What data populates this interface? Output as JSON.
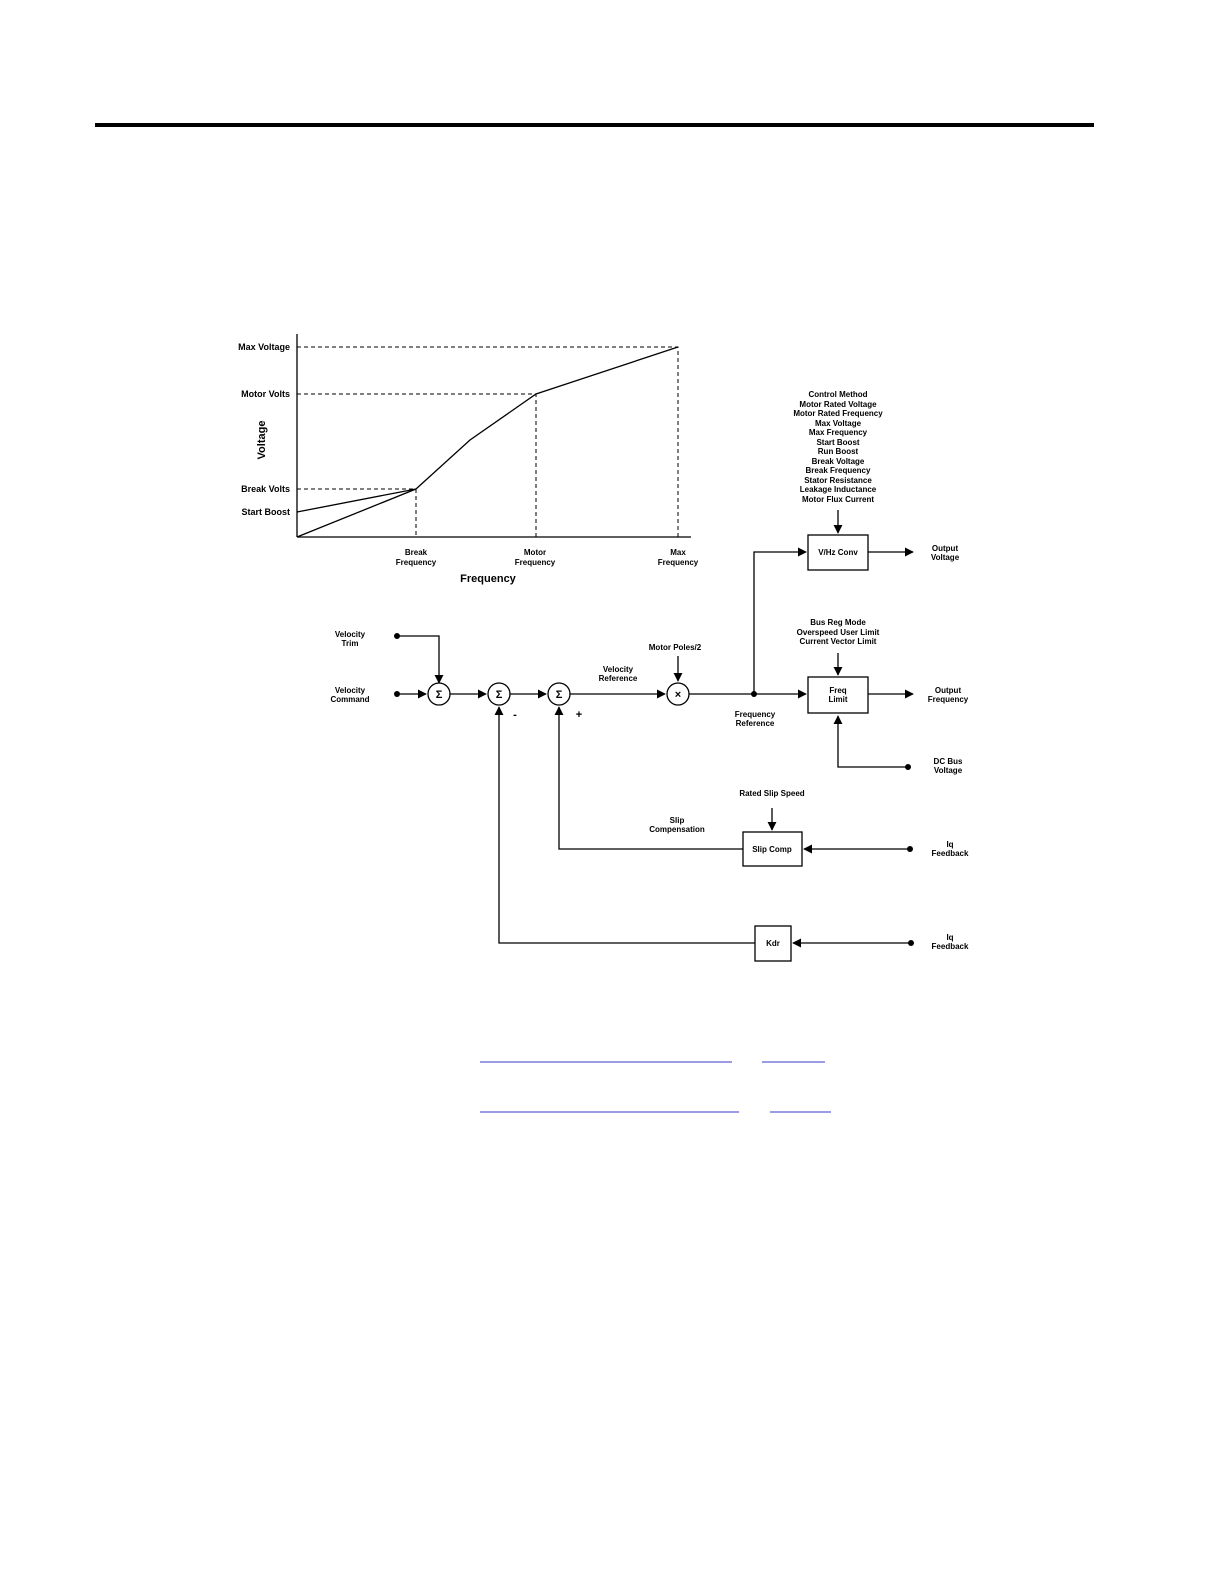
{
  "vhz_chart": {
    "ylabel": "Voltage",
    "xlabel": "Frequency",
    "y_ticks": [
      "Max Voltage",
      "Motor Volts",
      "Break Volts",
      "Start Boost"
    ],
    "x_ticks": [
      [
        "Break",
        "Frequency"
      ],
      [
        "Motor",
        "Frequency"
      ],
      [
        "Max",
        "Frequency"
      ]
    ]
  },
  "block_diagram": {
    "inputs": {
      "velocity_trim": [
        "Velocity",
        "Trim"
      ],
      "velocity_command": [
        "Velocity",
        "Command"
      ],
      "dc_bus_voltage": [
        "DC Bus",
        "Voltage"
      ],
      "iq_feedback_1": [
        "Iq",
        "Feedback"
      ],
      "iq_feedback_2": [
        "Iq",
        "Feedback"
      ]
    },
    "outputs": {
      "output_voltage": [
        "Output",
        "Voltage"
      ],
      "output_frequency": [
        "Output",
        "Frequency"
      ]
    },
    "signals": {
      "velocity_reference": [
        "Velocity",
        "Reference"
      ],
      "frequency_reference": [
        "Frequency",
        "Reference"
      ],
      "slip_compensation": [
        "Slip",
        "Compensation"
      ],
      "motor_poles": "Motor Poles/2",
      "rated_slip_speed": "Rated Slip Speed"
    },
    "blocks": {
      "vhz_conv": "V/Hz Conv",
      "freq_limit": [
        "Freq",
        "Limit"
      ],
      "slip_comp": "Slip Comp",
      "kdr": "Kdr"
    },
    "summing_symbol": "Σ",
    "multiply_symbol": "×",
    "minus_sign": "-",
    "plus_sign": "+",
    "vhz_params": [
      "Control Method",
      "Motor Rated Voltage",
      "Motor Rated Frequency",
      "Max Voltage",
      "Max Frequency",
      "Start Boost",
      "Run Boost",
      "Break Voltage",
      "Break Frequency",
      "Stator Resistance",
      "Leakage Inductance",
      "Motor Flux Current"
    ],
    "freq_limit_params": [
      "Bus Reg Mode",
      "Overspeed User Limit",
      "Current Vector Limit"
    ]
  }
}
